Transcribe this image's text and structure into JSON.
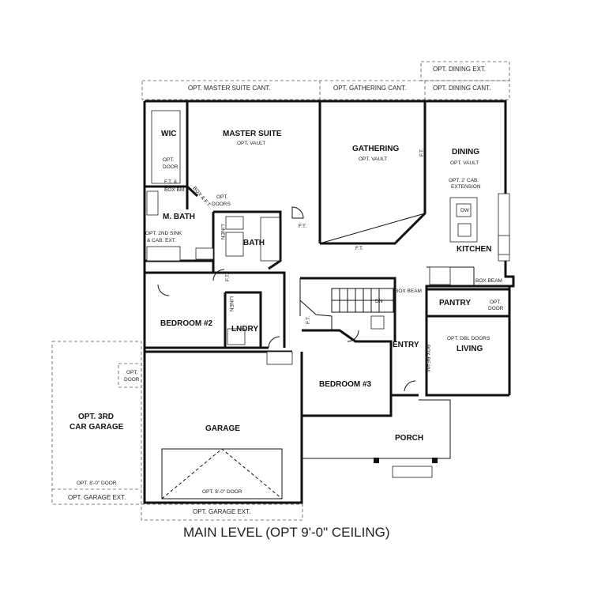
{
  "title": "MAIN LEVEL (OPT 9'-0\" CEILING)",
  "rooms": {
    "wic": "WIC",
    "master_suite": "MASTER SUITE",
    "gathering": "GATHERING",
    "dining": "DINING",
    "m_bath": "M. BATH",
    "bath": "BATH",
    "kitchen": "KITCHEN",
    "pantry": "PANTRY",
    "bedroom2": "BEDROOM #2",
    "lndry": "LNDRY",
    "entry": "ENTRY",
    "living": "LIVING",
    "bedroom3": "BEDROOM #3",
    "garage": "GARAGE",
    "opt_3rd_line1": "OPT. 3RD",
    "opt_3rd_line2": "CAR GARAGE",
    "porch": "PORCH"
  },
  "notes": {
    "opt_master_suite_cant": "OPT. MASTER SUITE CANT.",
    "opt_gathering_cant": "OPT. GATHERING CANT.",
    "opt_dining_ext": "OPT. DINING EXT.",
    "opt_dining_cant": "OPT. DINING CANT.",
    "opt_vault_master": "OPT. VAULT",
    "opt_vault_gathering": "OPT. VAULT",
    "opt_vault_dining": "OPT. VAULT",
    "opt_door_wic_1": "OPT.",
    "opt_door_wic_2": "DOOR",
    "ft_box": "F.T. &",
    "box_bm": "BOX BM",
    "opt_doors_1": "OPT.",
    "opt_doors_2": "DOORS",
    "box_ft_diag": "BOX & F.T.",
    "opt_2nd_sink_1": "OPT. 2ND SINK",
    "opt_2nd_sink_2": "& CAB. EXT.",
    "linen_bath": "LINEN",
    "linen_lndry": "LINEN",
    "ft_1": "F.T.",
    "ft_2": "F.T.",
    "ft_3": "F.T.",
    "ft_4": "F.T.",
    "ft_5": "F.T.",
    "opt_2_cab_1": "OPT. 2' CAB.",
    "opt_2_cab_2": "EXTENSION",
    "dw": "DW",
    "box_beam_kitchen": "BOX BEAM",
    "box_beam_stair": "BOX BEAM",
    "box_beam_living": "BOX BEAM",
    "opt_door_pantry_1": "OPT.",
    "opt_door_pantry_2": "DOOR",
    "dn": "DN",
    "opt_dbl_doors": "OPT. DBL DOORS",
    "opt_door_garage_1": "OPT.",
    "opt_door_garage_2": "DOOR",
    "opt_8_door_left": "OPT. 8'-0\" DOOR",
    "opt_8_door_main": "OPT. 8'-0\" DOOR",
    "opt_garage_ext_left": "OPT. GARAGE EXT.",
    "opt_garage_ext_main": "OPT. GARAGE EXT."
  }
}
